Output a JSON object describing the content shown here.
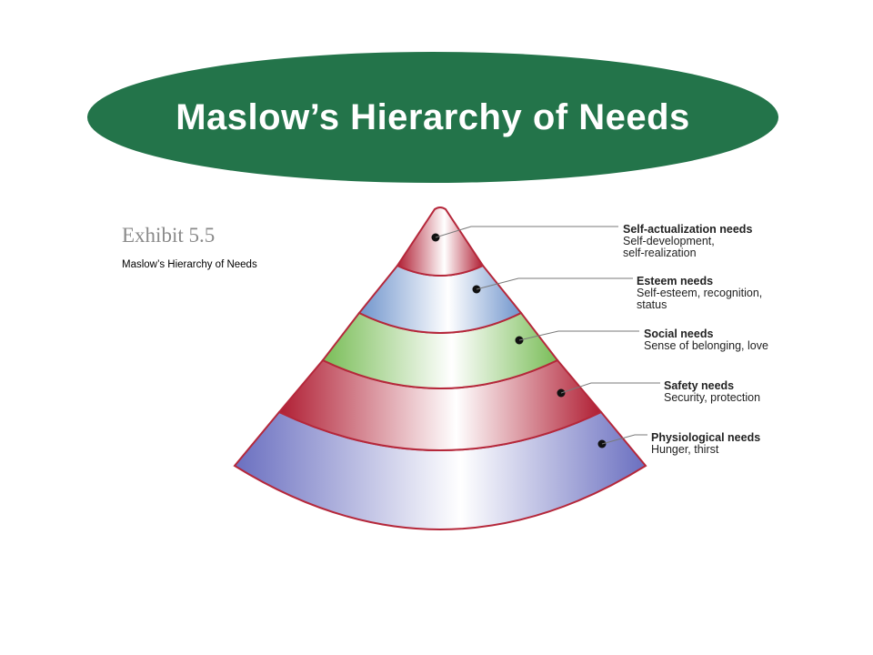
{
  "title": "Maslow’s Hierarchy of Needs",
  "exhibit": {
    "number": "Exhibit 5.5",
    "caption": "Maslow’s Hierarchy  of Needs"
  },
  "levels": [
    {
      "name": "Self-actualization needs",
      "desc1": "Self-development,",
      "desc2": "self-realization",
      "color": "#b5273a"
    },
    {
      "name": "Esteem needs",
      "desc1": "Self-esteem, recognition,",
      "desc2": "status",
      "color": "#7a9ed3"
    },
    {
      "name": "Social needs",
      "desc1": "Sense of belonging, love",
      "desc2": "",
      "color": "#86c466"
    },
    {
      "name": "Safety needs",
      "desc1": "Security, protection",
      "desc2": "",
      "color": "#b5273a"
    },
    {
      "name": "Physiological needs",
      "desc1": "Hunger, thirst",
      "desc2": "",
      "color": "#6f73c2"
    }
  ],
  "colors": {
    "title_bg": "#23744a",
    "title_text": "#ffffff",
    "outline": "#b5273a"
  }
}
